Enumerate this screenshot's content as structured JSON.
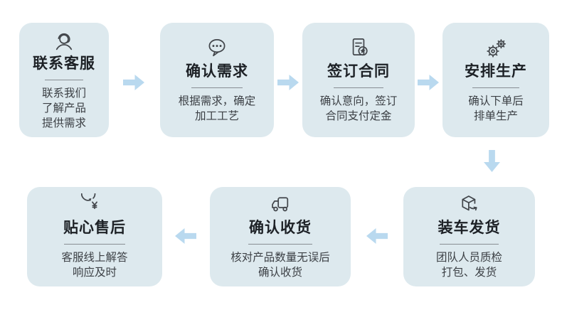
{
  "diagram": {
    "name": "order-process-flow",
    "background": "#ffffff"
  },
  "colors": {
    "card_bg": "#dde9ee",
    "arrow": "#b9d9ef",
    "title_text": "#1d2126",
    "body_text": "#3c4045",
    "divider": "#888d93",
    "icon_stroke": "#42464b"
  },
  "steps": [
    {
      "icon": "headset-icon",
      "title": "联系客服",
      "lines": [
        "联系我们",
        "了解产品",
        "提供需求"
      ]
    },
    {
      "icon": "chat-icon",
      "title": "确认需求",
      "lines": [
        "根据需求，确定",
        "加工工艺"
      ]
    },
    {
      "icon": "contract-icon",
      "title": "签订合同",
      "lines": [
        "确认意向，签订",
        "合同支付定金"
      ]
    },
    {
      "icon": "gears-icon",
      "title": "安排生产",
      "lines": [
        "确认下单后",
        "排单生产"
      ]
    },
    {
      "icon": "package-icon",
      "title": "装车发货",
      "lines": [
        "团队人员质检",
        "打包、发货"
      ]
    },
    {
      "icon": "truck-icon",
      "title": "确认收货",
      "lines": [
        "核对产品数量无误后",
        "确认收货"
      ]
    },
    {
      "icon": "refund-icon",
      "title": "贴心售后",
      "lines": [
        "客服线上解答",
        "响应及时"
      ]
    }
  ],
  "connectors": [
    {
      "direction": "right",
      "from": "联系客服",
      "to": "确认需求"
    },
    {
      "direction": "right",
      "from": "确认需求",
      "to": "签订合同"
    },
    {
      "direction": "right",
      "from": "签订合同",
      "to": "安排生产"
    },
    {
      "direction": "down",
      "from": "安排生产",
      "to": "装车发货"
    },
    {
      "direction": "left",
      "from": "装车发货",
      "to": "确认收货"
    },
    {
      "direction": "left",
      "from": "确认收货",
      "to": "贴心售后"
    }
  ]
}
